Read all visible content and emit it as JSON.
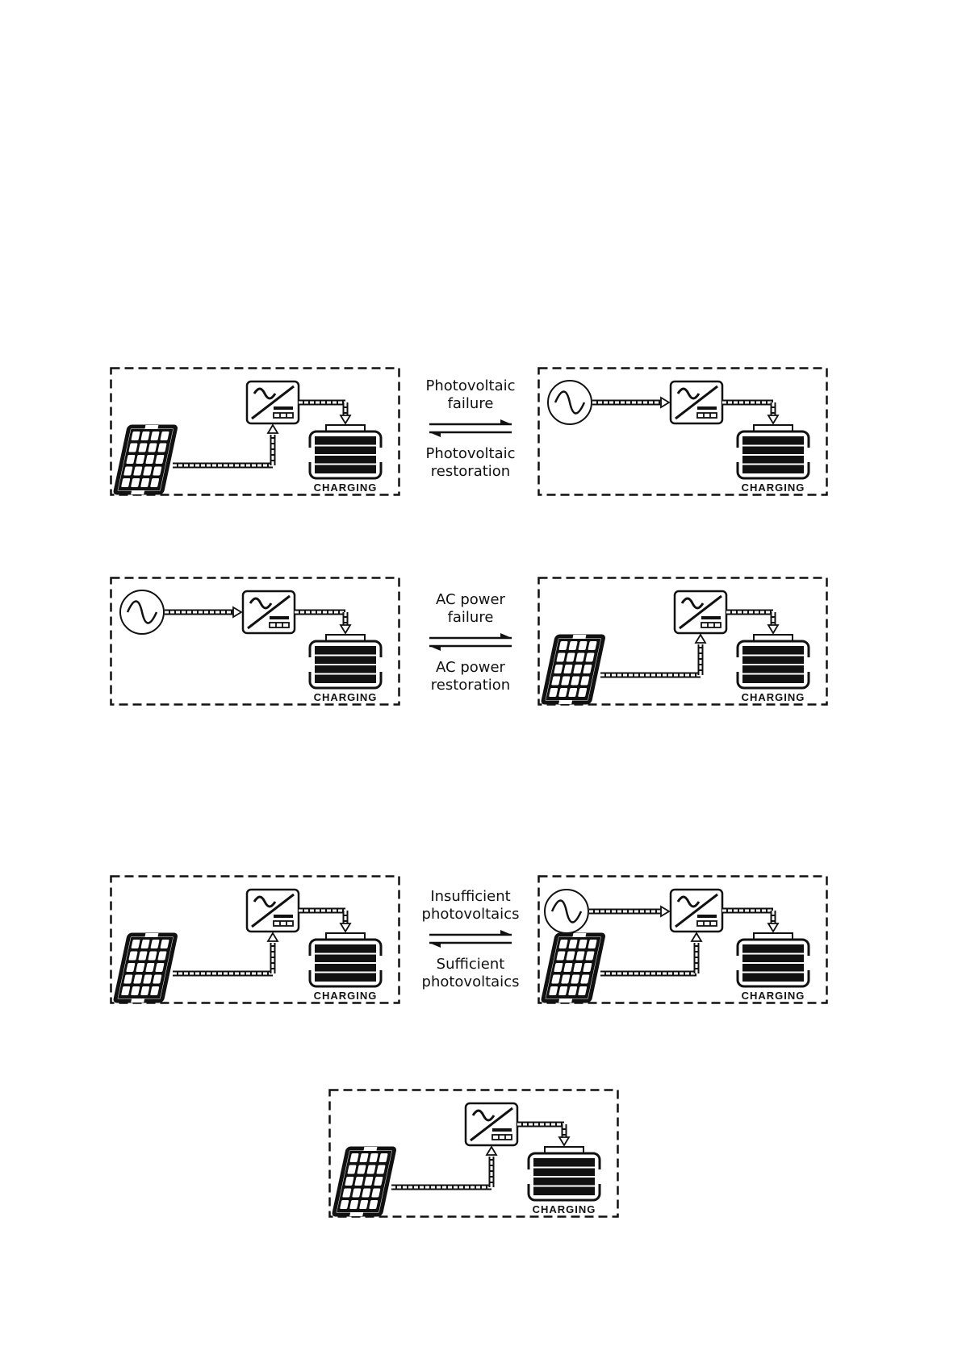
{
  "battery": {
    "label": "CHARGING"
  },
  "rows": [
    {
      "forward_label": "Photovoltaic\nfailure",
      "backward_label": "Photovoltaic\nrestoration",
      "left_sources": [
        "pv"
      ],
      "right_sources": [
        "ac"
      ]
    },
    {
      "forward_label": "AC power\nfailure",
      "backward_label": "AC power\nrestoration",
      "left_sources": [
        "ac"
      ],
      "right_sources": [
        "pv"
      ]
    },
    {
      "forward_label": "Insufficient\nphotovoltaics",
      "backward_label": "Sufficient\nphotovoltaics",
      "left_sources": [
        "pv"
      ],
      "right_sources": [
        "ac",
        "pv"
      ]
    }
  ],
  "single_panel": {
    "sources": [
      "pv"
    ]
  },
  "icons": {
    "solar": "solar-panel-icon",
    "ac": "ac-source-icon",
    "controller": "controller-icon",
    "battery": "battery-icon"
  },
  "colors": {
    "line": "#111111",
    "background": "#ffffff"
  }
}
